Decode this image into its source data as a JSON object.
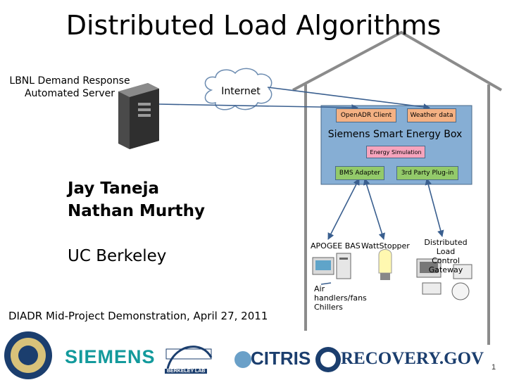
{
  "title": "Distributed Load Algorithms",
  "server": {
    "label_line1": "LBNL Demand Response",
    "label_line2": "Automated Server"
  },
  "internet": {
    "label": "Internet"
  },
  "house": {
    "openadr_client": "OpenADR Client",
    "weather_data": "Weather data",
    "smart_box_title": "Siemens Smart Energy Box",
    "energy_simulation": "Energy Simulation",
    "bms_adapter": "BMS Adapter",
    "third_party_plugin": "3rd Party Plug-in",
    "apogee_bas": "APOGEE BAS",
    "wattstopper": "WattStopper",
    "dlc_gateway_line1": "Distributed Load",
    "dlc_gateway_line2": "Control Gateway",
    "air_handlers_line1": "Air",
    "air_handlers_line2": "handlers/fans",
    "air_handlers_line3": "Chillers"
  },
  "presenters": [
    "Jay Taneja",
    "Nathan Murthy"
  ],
  "affiliation": "UC Berkeley",
  "event": "DIADR Mid-Project Demonstration, April 27, 2011",
  "logos": {
    "siemens": "SIEMENS",
    "citris": "CITRIS",
    "recovery": "RECOVERY.GOV",
    "lbl": "BERKELEY LAB"
  },
  "slide_number": "1",
  "colors": {
    "house_outline": "#8b8b8b",
    "smart_box_fill": "#86aed4",
    "openadr_fill": "#f4b183",
    "energy_sim_fill": "#f6a4bd",
    "adapter_fill": "#93ca6a",
    "arrow": "#3a5f8f",
    "siemens_teal": "#139a9c"
  }
}
